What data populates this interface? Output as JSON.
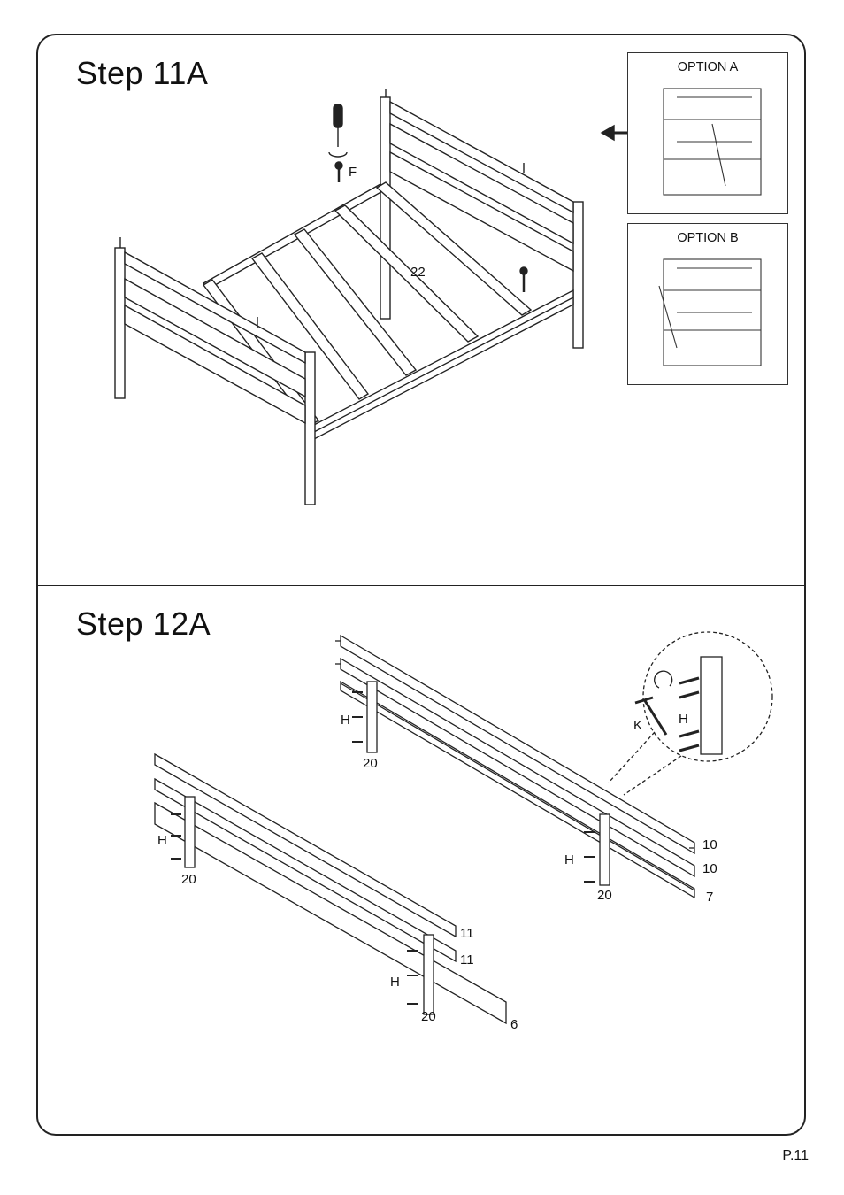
{
  "steps": [
    {
      "title": "Step  11A"
    },
    {
      "title": "Step  12A"
    }
  ],
  "options": [
    {
      "label": "OPTION A"
    },
    {
      "label": "OPTION B"
    }
  ],
  "step11_labels": {
    "screw": "F",
    "slats": "22"
  },
  "step12_labels": {
    "hardware": "H",
    "tool": "K",
    "bracket": "20",
    "rail_top": "10",
    "rail_mid": "10",
    "rail_bottom": "7",
    "rail2_top": "11",
    "rail2_mid": "11",
    "rail2_bottom": "6"
  },
  "page_number": "P.11"
}
